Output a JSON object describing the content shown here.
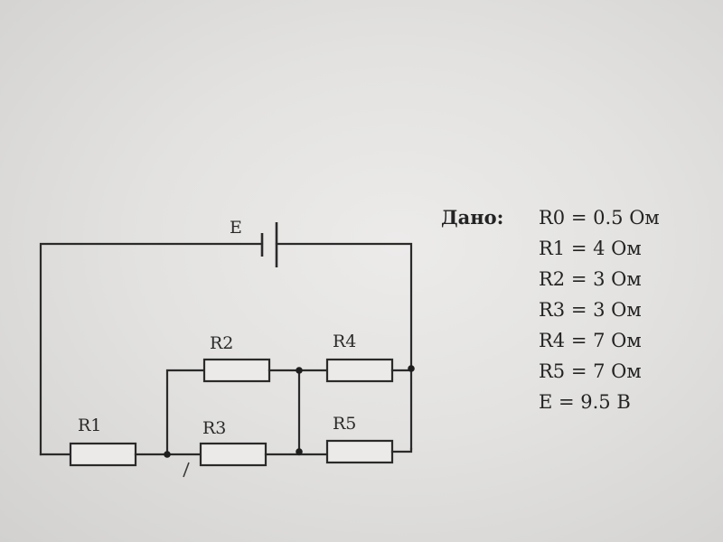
{
  "diagram": {
    "labels": {
      "E": "E",
      "R1": "R1",
      "R2": "R2",
      "R3": "R3",
      "R4": "R4",
      "R5": "R5"
    }
  },
  "given": {
    "heading": "Дано:",
    "items": [
      "R0 = 0.5 Ом",
      "R1 = 4 Ом",
      "R2 = 3 Ом",
      "R3 = 3 Ом",
      "R4 = 7 Ом",
      "R5 = 7 Ом",
      "E = 9.5 В"
    ]
  },
  "colors": {
    "ink": "#2a2a2a",
    "paper": "#e6e5e3"
  }
}
